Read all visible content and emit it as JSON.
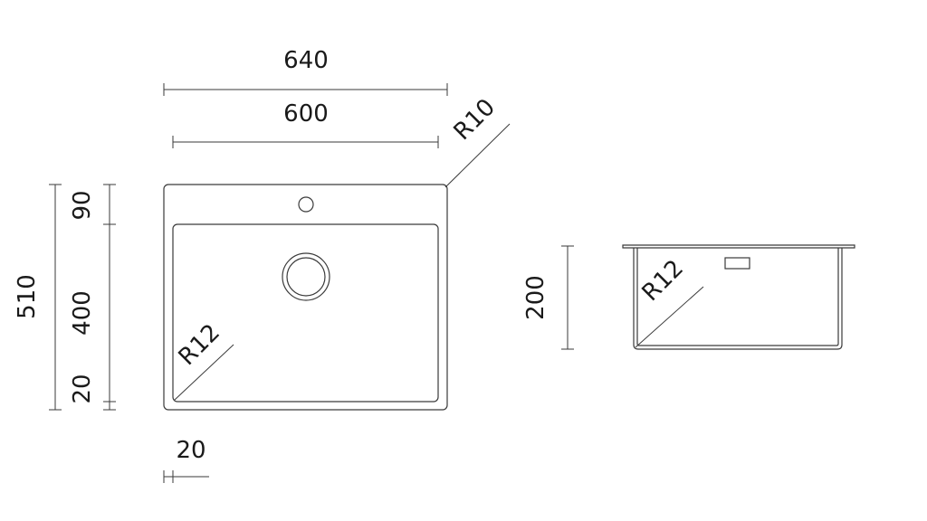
{
  "dimensions": {
    "total_width": "640",
    "inner_width": "600",
    "corner_radius_outer": "R10",
    "total_depth": "510",
    "top_margin": "90",
    "bowl_depth": "400",
    "bottom_margin": "20",
    "bowl_radius_plan": "R12",
    "side_margin": "20",
    "bowl_height": "200",
    "bowl_radius_section": "R12"
  }
}
